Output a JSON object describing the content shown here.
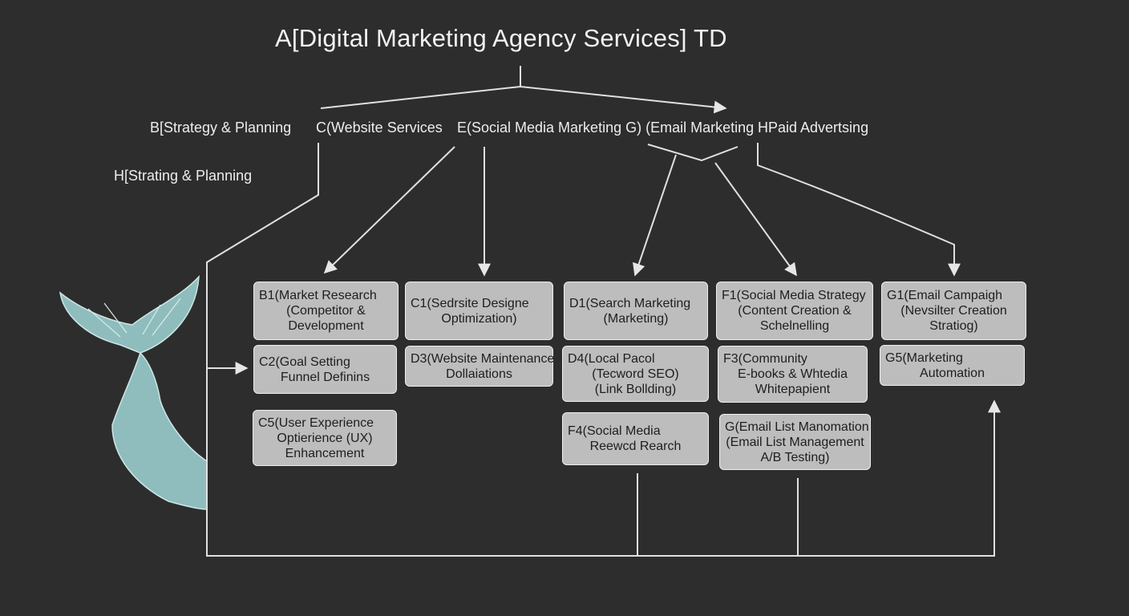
{
  "diagram": {
    "title": "A[Digital Marketing Agency Services] TD",
    "categories": {
      "strategy": "B[Strategy & Planning",
      "website": "C(Website Services",
      "social": "E(Social Media Marketing G) (Email Marketing",
      "paid": "HPaid Advertsing",
      "strating": "H[Strating & Planning"
    },
    "nodes": {
      "b1": [
        "B1(Market Research",
        "(Competitor &",
        "Development"
      ],
      "c2": [
        "C2(Goal Setting",
        "Funnel Definins"
      ],
      "c5": [
        "C5(User Experience",
        "Optierience (UX)",
        "Enhancement"
      ],
      "c1": [
        "C1(Sedrsite Designe",
        "Optimization)"
      ],
      "d3": [
        "D3(Website Maintenance",
        "Dollaiations"
      ],
      "d1": [
        "D1(Search Marketing",
        "(Marketing)"
      ],
      "d4": [
        "D4(Local Pacol",
        "(Tecword SEO)",
        "(Link Bollding)"
      ],
      "f4": [
        "F4(Social Media",
        "Reewcd Rearch"
      ],
      "f1": [
        "F1(Social Media Strategy",
        "(Content Creation &",
        "Schelnelling"
      ],
      "f3": [
        "F3(Community",
        "E-books & Whtedia",
        "Whitepapient"
      ],
      "g": [
        "G(Email List Manomation",
        "(Email List Management",
        "A/B Testing)"
      ],
      "g1": [
        "G1(Email Campaigh",
        "(Nevsilter Creation",
        "Stratiog)"
      ],
      "g5": [
        "G5(Marketing",
        "Automation"
      ]
    }
  }
}
